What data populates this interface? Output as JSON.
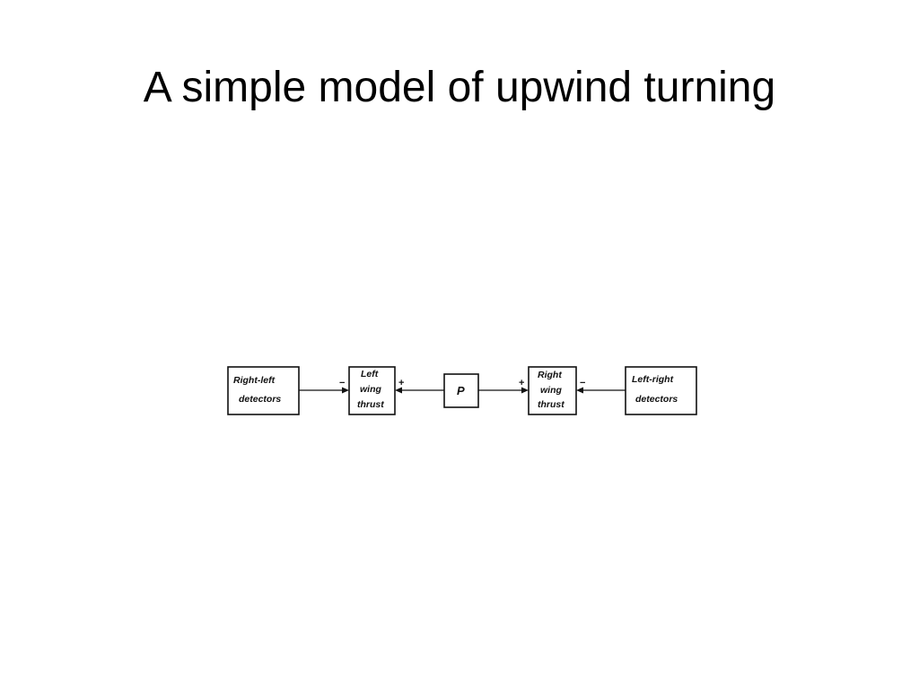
{
  "slide": {
    "title": "A simple model of upwind turning"
  },
  "diagram": {
    "boxes": {
      "right_left_detectors": [
        "Right-left",
        "detectors"
      ],
      "left_wing_thrust": [
        "Left",
        "wing",
        "thrust"
      ],
      "p": "P",
      "right_wing_thrust": [
        "Right",
        "wing",
        "thrust"
      ],
      "left_right_detectors": [
        "Left-right",
        "detectors"
      ]
    },
    "signs": {
      "left_minus": "−",
      "left_plus": "+",
      "right_plus": "+",
      "right_minus": "−"
    }
  }
}
